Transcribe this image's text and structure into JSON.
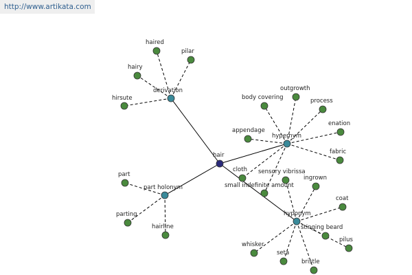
{
  "header": {
    "url": "http://www.artikata.com"
  },
  "colors": {
    "root": "#2a2a7a",
    "relation": "#3a8a9a",
    "leaf": "#4a8a3e"
  },
  "graph": {
    "root": {
      "id": "hair",
      "label": "hair"
    },
    "relations": [
      {
        "id": "derivation",
        "label": "derivation",
        "leaves": [
          "haired",
          "pilar",
          "hairy",
          "hirsute"
        ]
      },
      {
        "id": "hypernym1",
        "label": "hypernym",
        "leaves": [
          "outgrowth",
          "body covering",
          "process",
          "enation",
          "appendage",
          "fabric",
          "cloth",
          "small indefinite amount"
        ]
      },
      {
        "id": "part-holonym",
        "label": "part holonym",
        "leaves": [
          "part",
          "parting",
          "hairline"
        ]
      },
      {
        "id": "hyponym",
        "label": "hyponym",
        "leaves": [
          "sensory vibrissa",
          "ingrown",
          "coat",
          "stinging beard",
          "pilus",
          "bristle",
          "seta",
          "whisker"
        ]
      }
    ]
  }
}
